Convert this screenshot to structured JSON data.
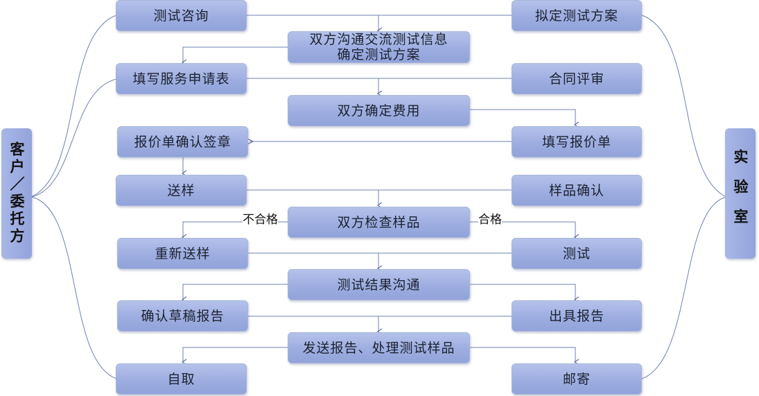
{
  "left_party": "客户／委托方",
  "right_party": "实验室",
  "customer": {
    "consult": "测试咨询",
    "fill_form": "填写服务申请表",
    "confirm_quote": "报价单确认签章",
    "send_sample": "送样",
    "resend": "重新送样",
    "confirm_draft": "确认草稿报告",
    "pickup": "自取"
  },
  "center": {
    "communicate_line1": "双方沟通交流测试信息",
    "communicate_line2": "确定测试方案",
    "confirm_fee": "双方确定费用",
    "inspect": "双方检查样品",
    "result_comm": "测试结果沟通",
    "send_report": "发送报告、处理测试样品"
  },
  "lab": {
    "plan": "拟定测试方案",
    "contract_review": "合同评审",
    "fill_quote": "填写报价单",
    "sample_confirm": "样品确认",
    "test": "测试",
    "issue_report": "出具报告",
    "mail": "邮寄"
  },
  "labels": {
    "fail": "不合格",
    "pass": "合格"
  }
}
